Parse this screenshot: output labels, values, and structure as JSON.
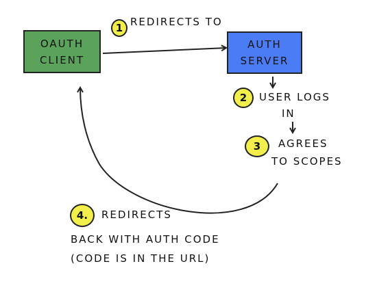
{
  "colors": {
    "client_fill": "#5ba35b",
    "server_fill": "#4a7cf6",
    "badge_fill": "#f2ee4c",
    "ink": "#222222"
  },
  "nodes": {
    "client": {
      "line1": "OAUTH",
      "line2": "CLIENT"
    },
    "server": {
      "line1": "AUTH",
      "line2": "SERVER"
    }
  },
  "steps": [
    {
      "number": "1",
      "lines": [
        "REDIRECTS TO"
      ]
    },
    {
      "number": "2",
      "lines": [
        "USER LOGS",
        "IN"
      ]
    },
    {
      "number": "3",
      "lines": [
        "AGREES",
        "TO SCOPES"
      ]
    },
    {
      "number": "4.",
      "lines": [
        "REDIRECTS",
        "BACK WITH AUTH CODE",
        "(CODE IS IN THE URL)"
      ]
    }
  ]
}
